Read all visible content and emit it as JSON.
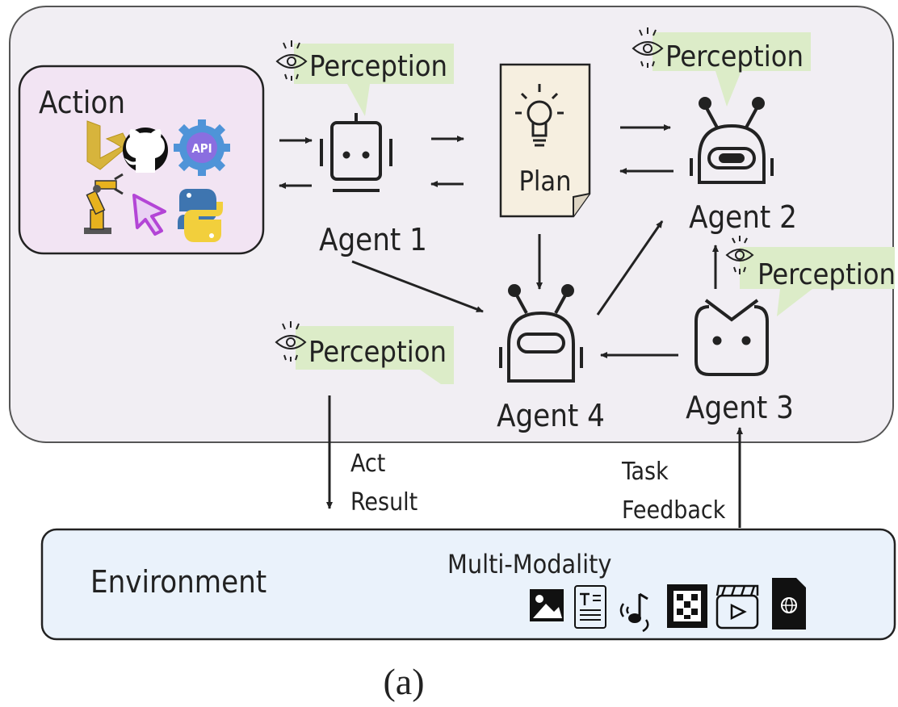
{
  "action": {
    "title": "Action",
    "tools": [
      "bing-icon",
      "github-icon",
      "api-gear-icon",
      "robot-arm-icon",
      "cursor-icon",
      "python-icon"
    ],
    "api_text": "API"
  },
  "agents": {
    "agent1": "Agent 1",
    "agent2": "Agent 2",
    "agent3": "Agent  3",
    "agent4": "Agent 4"
  },
  "plan": {
    "label": "Plan"
  },
  "perception_label": "Perception",
  "flows": {
    "act_line1": "Act",
    "act_line2": "Result",
    "task_line1": "Task",
    "task_line2": "Feedback"
  },
  "environment": {
    "label": "Environment",
    "modality_title": "Multi-Modality",
    "modalities": [
      "image-icon",
      "text-doc-icon",
      "audio-icon",
      "qr-code-icon",
      "video-icon",
      "web-file-icon"
    ]
  },
  "caption": "(a)",
  "colors": {
    "system_bg": "#f1eef3",
    "action_bg": "#f2e4f3",
    "environment_bg": "#eaf2fb",
    "perception_bubble": "#dcecc8",
    "plan_note": "#f6efe0",
    "stroke": "#2b2b2b"
  }
}
